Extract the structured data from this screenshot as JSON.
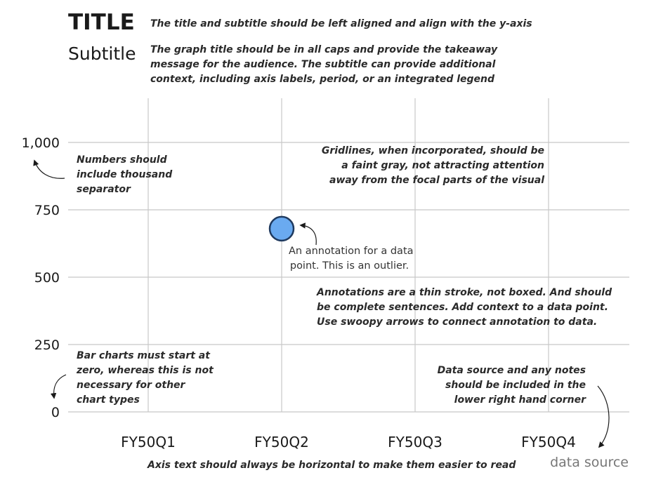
{
  "title": "TITLE",
  "subtitle": "Subtitle",
  "notes": {
    "title_align": "The title and subtitle should be left aligned and align with the y-axis",
    "title_caps": [
      "The graph title should be in all caps and provide the takeaway",
      "message for the audience. The subtitle can provide additional",
      "context, including axis labels, period, or an integrated legend"
    ],
    "separator": [
      "Numbers should",
      "include thousand",
      "separator"
    ],
    "gridlines": [
      "Gridlines, when incorporated, should be",
      "a faint gray, not attracting attention",
      "away from the focal parts of the visual"
    ],
    "outlier": [
      "An annotation for a data",
      "point. This is an outlier."
    ],
    "annotations": [
      "Annotations are a thin stroke, not boxed. And should",
      "be complete sentences. Add context to a data point.",
      "Use swoopy arrows to connect annotation to data."
    ],
    "bar_zero": [
      "Bar charts must start at",
      "zero, whereas this is not",
      "necessary for other",
      "chart types"
    ],
    "data_source_note": [
      "Data source and any notes",
      "should be included in the",
      "lower right hand corner"
    ],
    "axis_text": "Axis text should always be horizontal to make them easier to read"
  },
  "source": "data source",
  "colors": {
    "grid": "#c8c8c8",
    "point_fill": "#6aaaf0",
    "point_stroke": "#1f3a5f",
    "arrow": "#1a1a1a"
  },
  "chart_data": {
    "type": "scatter",
    "categories": [
      "FY50Q1",
      "FY50Q2",
      "FY50Q3",
      "FY50Q4"
    ],
    "y_ticks": [
      0,
      250,
      500,
      750,
      1000
    ],
    "y_tick_labels": [
      "0",
      "250",
      "500",
      "750",
      "1,000"
    ],
    "ylim": [
      0,
      1000
    ],
    "grid": true,
    "points": [
      {
        "x": "FY50Q2",
        "y": 680
      }
    ]
  }
}
